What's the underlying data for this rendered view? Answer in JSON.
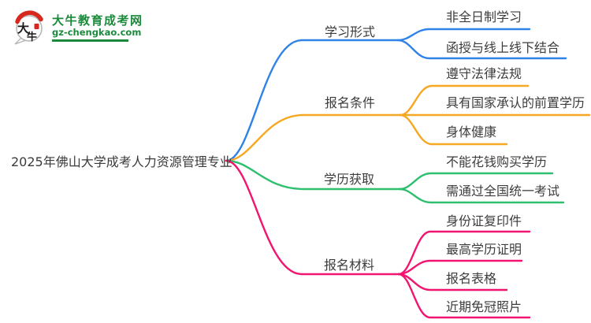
{
  "logo": {
    "icon_char_1": "大",
    "icon_char_2": "牛",
    "title": "大牛教育成考网",
    "subtitle": "gz-chengkao.com",
    "colors": {
      "brand_green": "#1B8A3C",
      "seal_red": "#D7281E"
    }
  },
  "root": {
    "label": "2025年佛山大学成考人力资源管理专业"
  },
  "branches": [
    {
      "label": "学习形式",
      "color": "#2E82E8",
      "children": [
        "非全日制学习",
        "函授与线上线下结合"
      ]
    },
    {
      "label": "报名条件",
      "color": "#F7A822",
      "children": [
        "遵守法律法规",
        "具有国家承认的前置学历",
        "身体健康"
      ]
    },
    {
      "label": "学历获取",
      "color": "#2EC06E",
      "children": [
        "不能花钱购买学历",
        "需通过全国统一考试"
      ]
    },
    {
      "label": "报名材料",
      "color": "#F1156F",
      "children": [
        "身份证复印件",
        "最高学历证明",
        "报名表格",
        "近期免冠照片"
      ]
    }
  ]
}
